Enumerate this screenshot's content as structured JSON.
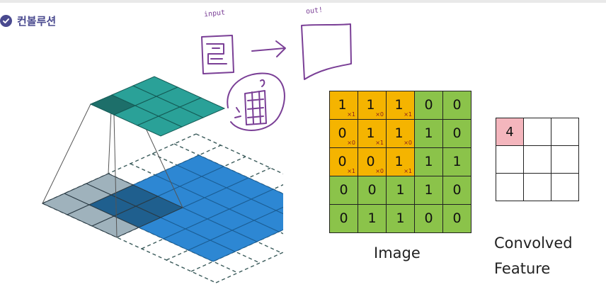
{
  "section": {
    "title": "컨볼루션"
  },
  "annotations": {
    "input": "input",
    "output": "out!"
  },
  "image": {
    "label": "Image",
    "values": [
      [
        "1",
        "1",
        "1",
        "0",
        "0"
      ],
      [
        "0",
        "1",
        "1",
        "1",
        "0"
      ],
      [
        "0",
        "0",
        "1",
        "1",
        "1"
      ],
      [
        "0",
        "0",
        "1",
        "1",
        "0"
      ],
      [
        "0",
        "1",
        "1",
        "0",
        "0"
      ]
    ],
    "kernel_weights": [
      [
        "×1",
        "×0",
        "×1"
      ],
      [
        "×0",
        "×1",
        "×0"
      ],
      [
        "×1",
        "×0",
        "×1"
      ]
    ]
  },
  "feature": {
    "label_line1": "Convolved",
    "label_line2": "Feature",
    "values": [
      [
        "4",
        "",
        ""
      ],
      [
        "",
        "",
        ""
      ],
      [
        "",
        "",
        ""
      ]
    ]
  },
  "colors": {
    "image_cell": "#8bc34a",
    "kernel_cell": "#f5b400",
    "feature_highlight": "#f4b6bd",
    "accent": "#4a4a8f",
    "handwriting": "#7a3f96",
    "illus_blue": "#2d87d3",
    "illus_teal": "#2aa198"
  }
}
